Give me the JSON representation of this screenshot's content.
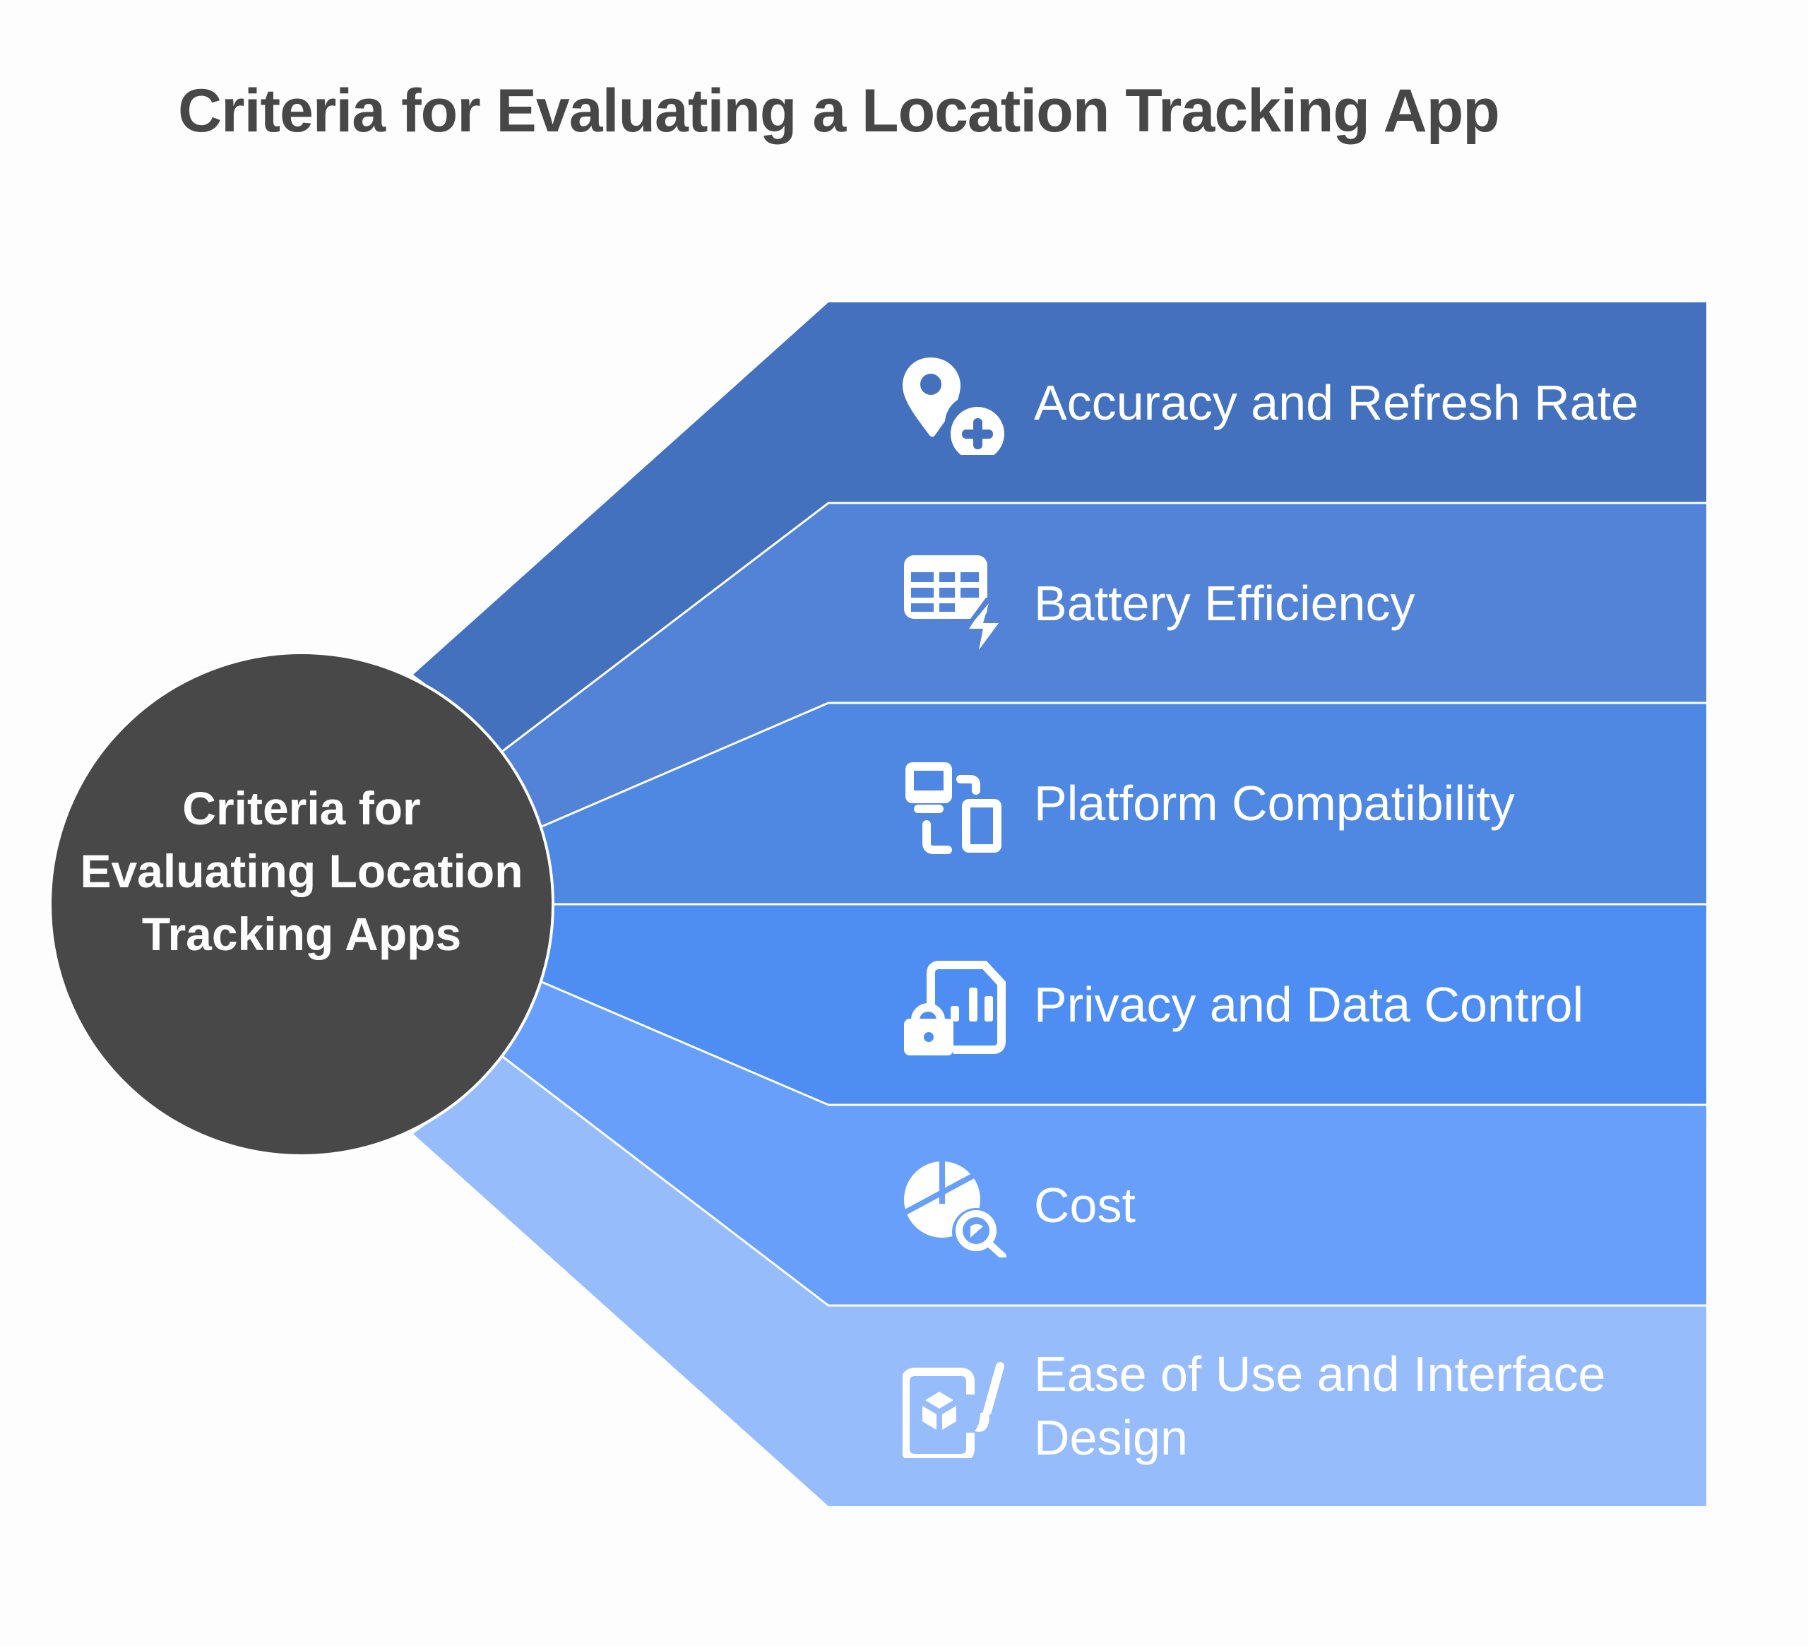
{
  "title": "Criteria for Evaluating a Location Tracking App",
  "center": {
    "label": "Criteria for Evaluating Location Tracking Apps",
    "color": "#484848"
  },
  "criteria": [
    {
      "label": "Accuracy and Refresh Rate",
      "icon": "map-pin-plus-icon",
      "color": "#4471bd"
    },
    {
      "label": "Battery Efficiency",
      "icon": "table-lightning-icon",
      "color": "#5283d6"
    },
    {
      "label": "Platform Compatibility",
      "icon": "devices-sync-icon",
      "color": "#4f88e3"
    },
    {
      "label": "Privacy and Data Control",
      "icon": "document-chart-lock-icon",
      "color": "#4e8ef2"
    },
    {
      "label": "Cost",
      "icon": "pie-chart-search-icon",
      "color": "#679ffa"
    },
    {
      "label": "Ease of Use and Interface Design",
      "icon": "tablet-cube-brush-icon",
      "color": "#97bcfc"
    }
  ]
}
